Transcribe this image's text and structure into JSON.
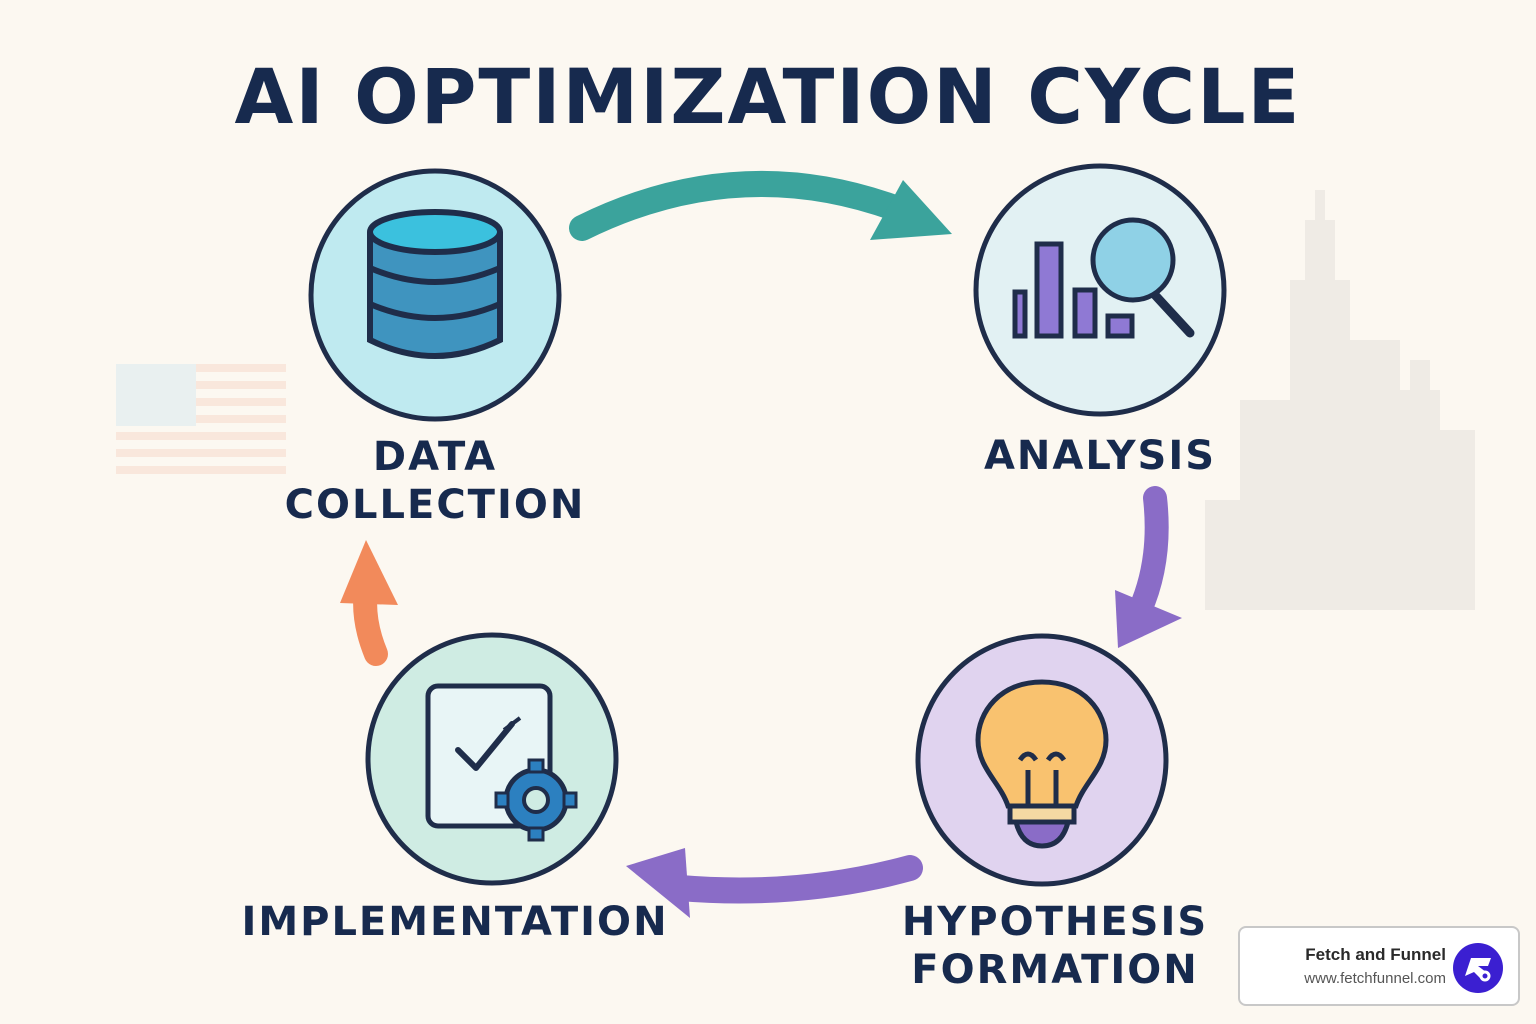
{
  "title": "AI OPTIMIZATION CYCLE",
  "steps": [
    {
      "label_line1": "DATA",
      "label_line2": "COLLECTION",
      "icon": "database-icon",
      "fill": "#bfeaf0"
    },
    {
      "label_line1": "ANALYSIS",
      "label_line2": "",
      "icon": "bar-chart-magnifier-icon",
      "fill": "#e2f1f3"
    },
    {
      "label_line1": "HYPOTHESIS",
      "label_line2": "FORMATION",
      "icon": "lightbulb-icon",
      "fill": "#e0d3ef"
    },
    {
      "label_line1": "IMPLEMENTATION",
      "label_line2": "",
      "icon": "checklist-gear-icon",
      "fill": "#cfece3"
    }
  ],
  "arrows": [
    {
      "from": "DATA COLLECTION",
      "to": "ANALYSIS",
      "color": "#3ba39c"
    },
    {
      "from": "ANALYSIS",
      "to": "HYPOTHESIS FORMATION",
      "color": "#8a6cc7"
    },
    {
      "from": "HYPOTHESIS FORMATION",
      "to": "IMPLEMENTATION",
      "color": "#8a6cc7"
    },
    {
      "from": "IMPLEMENTATION",
      "to": "DATA COLLECTION",
      "color": "#f28a5b"
    }
  ],
  "brand": {
    "name": "Fetch and Funnel",
    "url": "www.fetchfunnel.com",
    "logo_color": "#3b1fd1"
  },
  "colors": {
    "background": "#fcf8f1",
    "text": "#172a4e",
    "outline": "#1f2d4a"
  }
}
